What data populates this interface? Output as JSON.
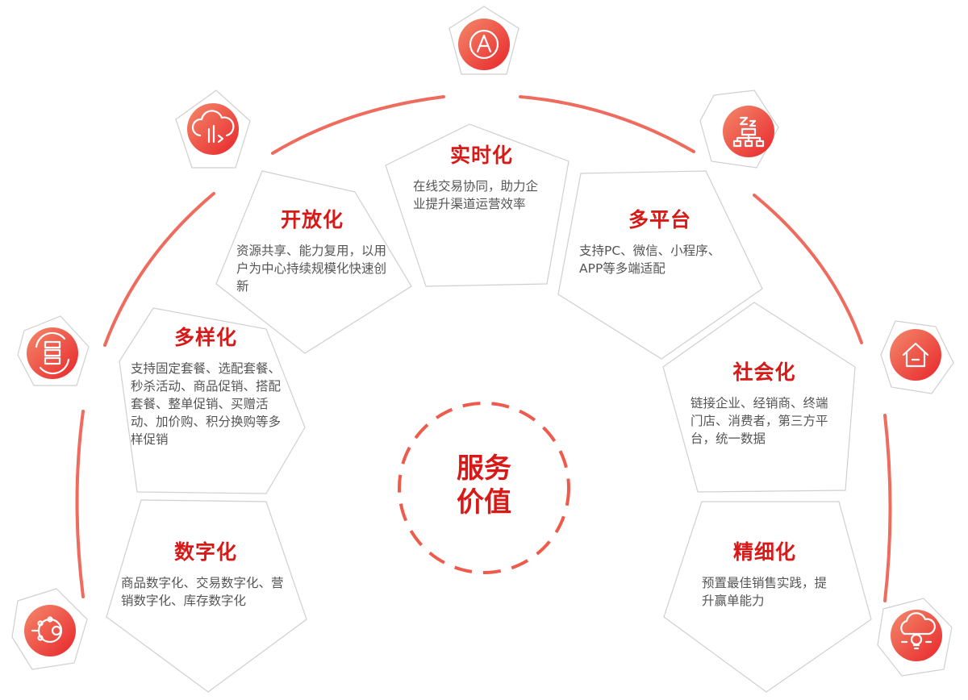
{
  "center": {
    "line1": "服务",
    "line2": "价值"
  },
  "cards": [
    {
      "id": "realtime",
      "title": "实时化",
      "desc": "在线交易协同，助力企业提升渠道运营效率"
    },
    {
      "id": "open",
      "title": "开放化",
      "desc": "资源共享、能力复用，以用户为中心持续规模化快速创新"
    },
    {
      "id": "multiplatform",
      "title": "多平台",
      "desc": "支持PC、微信、小程序、APP等多端适配"
    },
    {
      "id": "diverse",
      "title": "多样化",
      "desc": "支持固定套餐、选配套餐、秒杀活动、商品促销、搭配套餐、整单促销、买赠活动、加价购、积分换购等多样促销"
    },
    {
      "id": "social",
      "title": "社会化",
      "desc": "链接企业、经销商、终端门店、消费者，第三方平台，统一数据"
    },
    {
      "id": "digital",
      "title": "数字化",
      "desc": "商品数字化、交易数字化、营销数字化、库存数字化"
    },
    {
      "id": "refined",
      "title": "精细化",
      "desc": "预置最佳销售实践，提升赢单能力"
    }
  ],
  "icons": [
    {
      "name": "a-letter-icon"
    },
    {
      "name": "cloud-plug-icon"
    },
    {
      "name": "network-sleep-icon"
    },
    {
      "name": "server-sync-icon"
    },
    {
      "name": "home-icon"
    },
    {
      "name": "network-nodes-icon"
    },
    {
      "name": "cloud-bulb-icon"
    }
  ],
  "colors": {
    "accent": "#d71a18",
    "arc": "#ee6b5e",
    "gradient_start": "#f4896b",
    "gradient_end": "#e8262b",
    "text": "#555555"
  }
}
